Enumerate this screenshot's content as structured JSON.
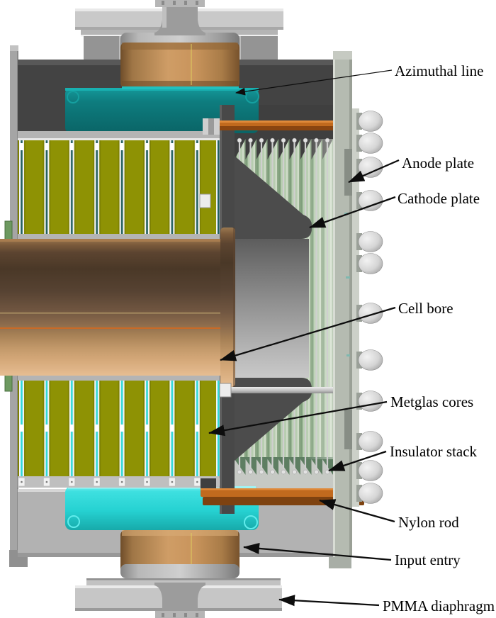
{
  "figure": {
    "description": "CAD cutaway cross-section of an induction cell with callout labels"
  },
  "labels": [
    {
      "text": "Azimuthal line"
    },
    {
      "text": "Anode plate"
    },
    {
      "text": "Cathode plate"
    },
    {
      "text": "Cell bore"
    },
    {
      "text": "Metglas cores"
    },
    {
      "text": "Insulator stack"
    },
    {
      "text": "Nylon rod"
    },
    {
      "text": "Input entry"
    },
    {
      "text": "PMMA diaphragm"
    }
  ],
  "palette": {
    "copper_bore": "#c99a68",
    "copper_rod": "#c16a1e",
    "olive_core": "#8e9204",
    "teal_block": "#0e7d7f",
    "cyan_block": "#26d2d2",
    "insulator_green": "#aac29f",
    "housing_dark": "#434343",
    "casing_gray": "#c6c6c6",
    "label_color": "#000000",
    "background": "#ffffff"
  }
}
